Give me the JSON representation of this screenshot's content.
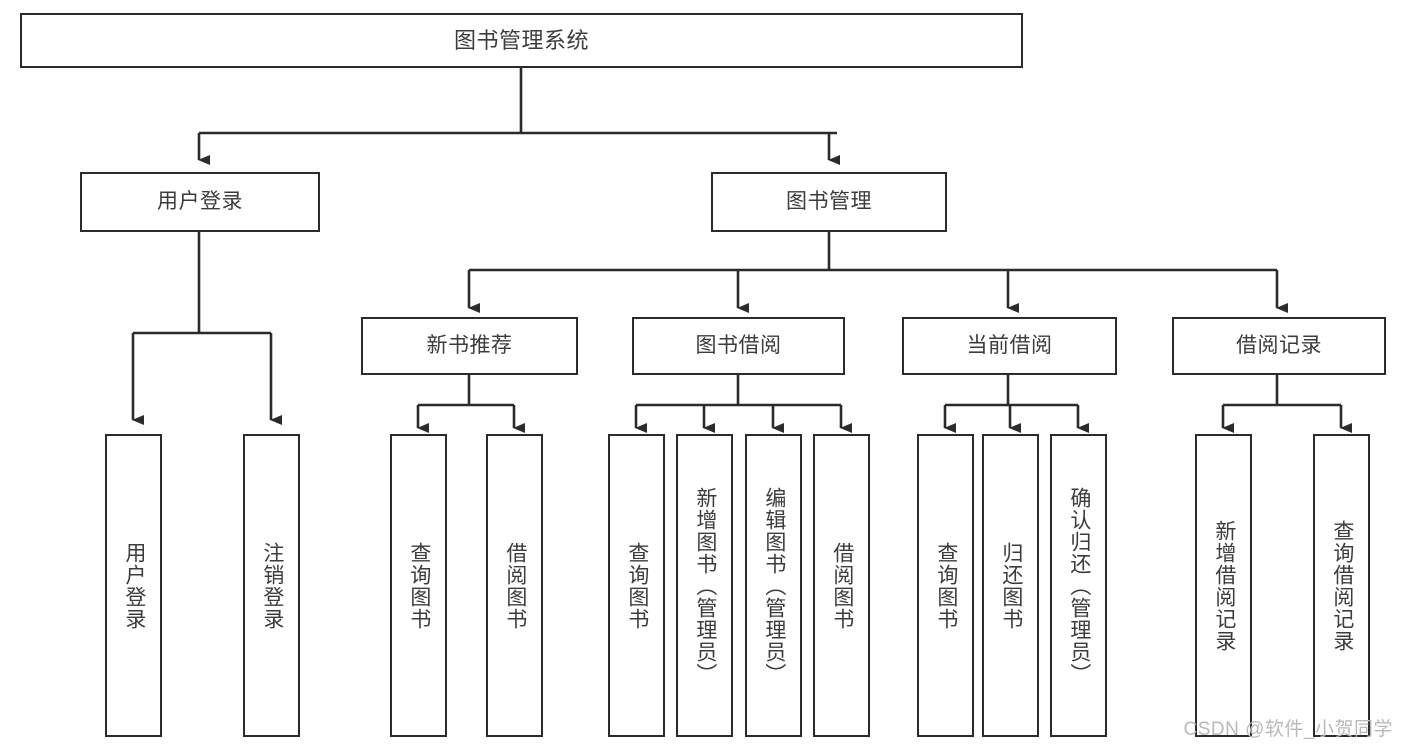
{
  "diagram": {
    "title": "图书管理系统",
    "type": "tree-hierarchy-chart",
    "root": {
      "id": "root",
      "label": "图书管理系统"
    },
    "level1": [
      {
        "id": "user-login",
        "label": "用户登录"
      },
      {
        "id": "book-manage",
        "label": "图书管理"
      }
    ],
    "level2": [
      {
        "id": "new-book-recommend",
        "label": "新书推荐"
      },
      {
        "id": "book-borrow",
        "label": "图书借阅"
      },
      {
        "id": "current-borrow",
        "label": "当前借阅"
      },
      {
        "id": "borrow-record",
        "label": "借阅记录"
      }
    ],
    "leaves": {
      "user_login": [
        {
          "id": "leaf-user-login",
          "label": "用户登录"
        },
        {
          "id": "leaf-logout-login",
          "label": "注销登录"
        }
      ],
      "new_book_recommend": [
        {
          "id": "leaf-query-book-1",
          "label": "查询图书"
        },
        {
          "id": "leaf-borrow-book-1",
          "label": "借阅图书"
        }
      ],
      "book_borrow": [
        {
          "id": "leaf-query-book-2",
          "label": "查询图书"
        },
        {
          "id": "leaf-add-book",
          "label": "新增图书（管理员）"
        },
        {
          "id": "leaf-edit-book",
          "label": "编辑图书（管理员）"
        },
        {
          "id": "leaf-borrow-book-2",
          "label": "借阅图书"
        }
      ],
      "current_borrow": [
        {
          "id": "leaf-query-book-3",
          "label": "查询图书"
        },
        {
          "id": "leaf-return-book",
          "label": "归还图书"
        },
        {
          "id": "leaf-confirm-return",
          "label": "确认归还（管理员）"
        }
      ],
      "borrow_record": [
        {
          "id": "leaf-add-record",
          "label": "新增借阅记录"
        },
        {
          "id": "leaf-query-record",
          "label": "查询借阅记录"
        }
      ]
    }
  },
  "watermark": {
    "text": "CSDN @软件_小贺同学"
  },
  "colors": {
    "stroke": "#2b2b2b",
    "box_fill": "#ffffff",
    "text": "#3c3c3c",
    "background": "#ffffff",
    "watermark": "#b9b9b9"
  }
}
